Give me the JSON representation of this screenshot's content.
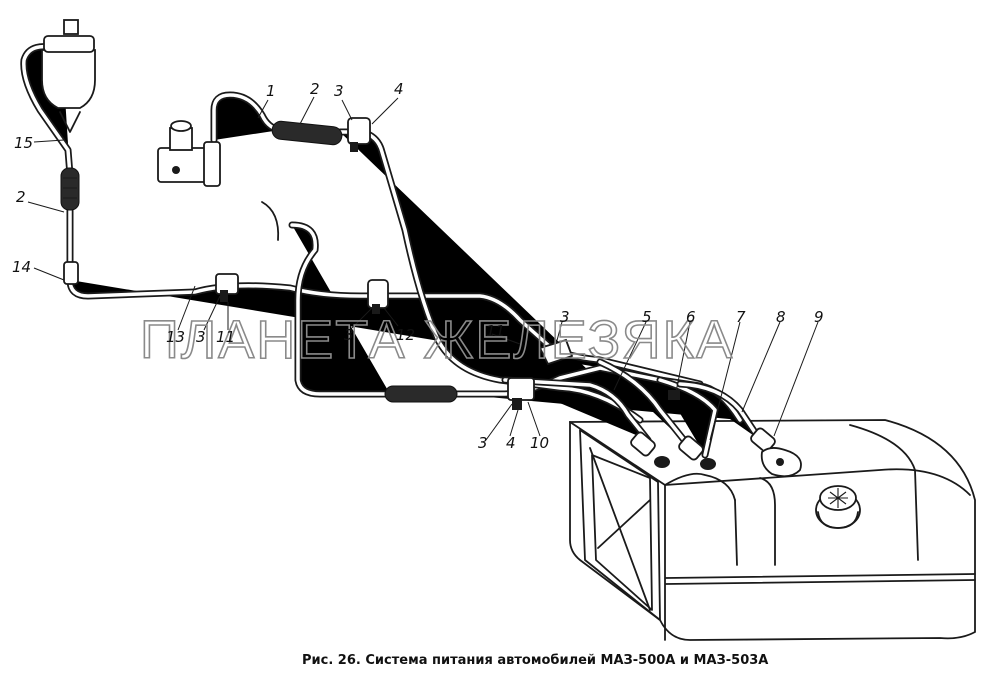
{
  "caption": "Рис. 26. Система питания автомобилей МАЗ-500А и МАЗ-503А",
  "watermark": "ПЛАНЕТА ЖЕЛЕЗЯКА",
  "callouts": {
    "c1": "1",
    "c2a": "2",
    "c3a": "3",
    "c4a": "4",
    "c15": "15",
    "c2b": "2",
    "c14": "14",
    "c13": "13",
    "c3b": "3",
    "c11a": "11",
    "c3c": "3",
    "c12": "12",
    "c11b": "11",
    "c3d": "3",
    "c5": "5",
    "c6": "6",
    "c7": "7",
    "c8": "8",
    "c9": "9",
    "c3e": "3",
    "c4b": "4",
    "c10": "10"
  }
}
